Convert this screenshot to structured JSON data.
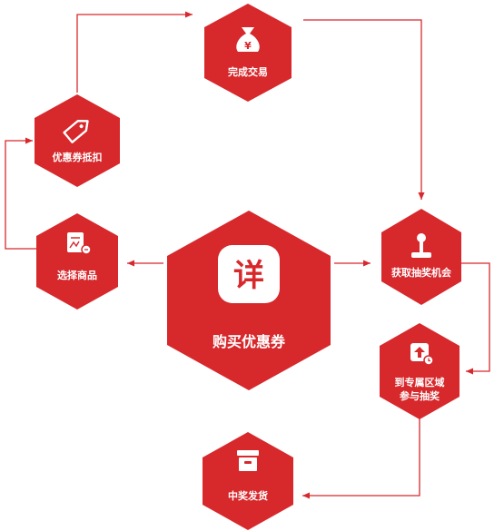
{
  "colors": {
    "primary": "#d7282c",
    "icon_fg": "#ffffff"
  },
  "center": {
    "label": "购买优惠券",
    "glyph": "详",
    "icon": "detail-badge-icon"
  },
  "nodes": {
    "complete_trade": {
      "label": "完成交易",
      "icon": "money-bag-icon"
    },
    "coupon_deduct": {
      "label": "优惠券抵扣",
      "icon": "coupon-tag-icon"
    },
    "select_goods": {
      "label": "选择商品",
      "icon": "product-doc-icon"
    },
    "get_lottery": {
      "label": "获取抽奖机会",
      "icon": "joystick-icon"
    },
    "zone_lottery": {
      "label_line1": "到专属区域",
      "label_line2": "参与抽奖",
      "icon": "upload-box-icon"
    },
    "ship_prize": {
      "label": "中奖发货",
      "icon": "box-icon"
    }
  }
}
